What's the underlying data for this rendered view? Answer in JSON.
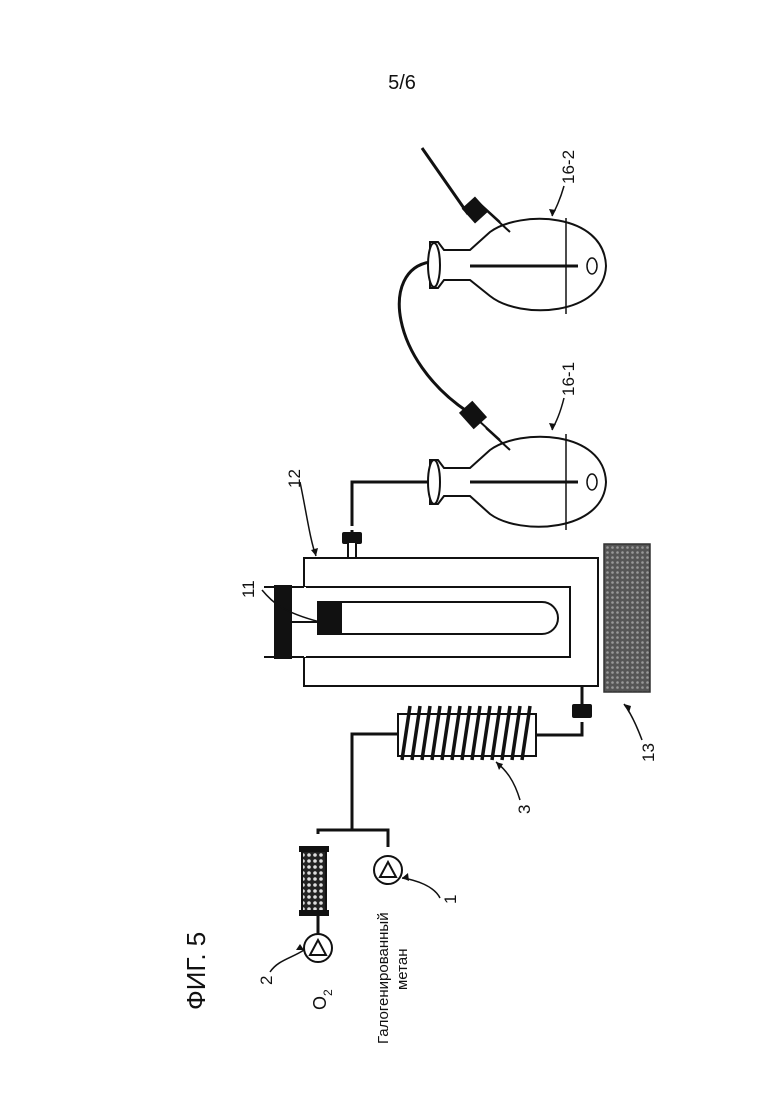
{
  "page": {
    "number": "5/6"
  },
  "figure": {
    "title": "ФИГ. 5"
  },
  "labels": {
    "o2_main": "O",
    "o2_sub": "2",
    "halogenated_line1": "Галогенированный",
    "halogenated_line2": "метан",
    "ref_1": "1",
    "ref_2": "2",
    "ref_3": "3",
    "ref_11": "11",
    "ref_12": "12",
    "ref_13": "13",
    "ref_16_1": "16-1",
    "ref_16_2": "16-2"
  }
}
